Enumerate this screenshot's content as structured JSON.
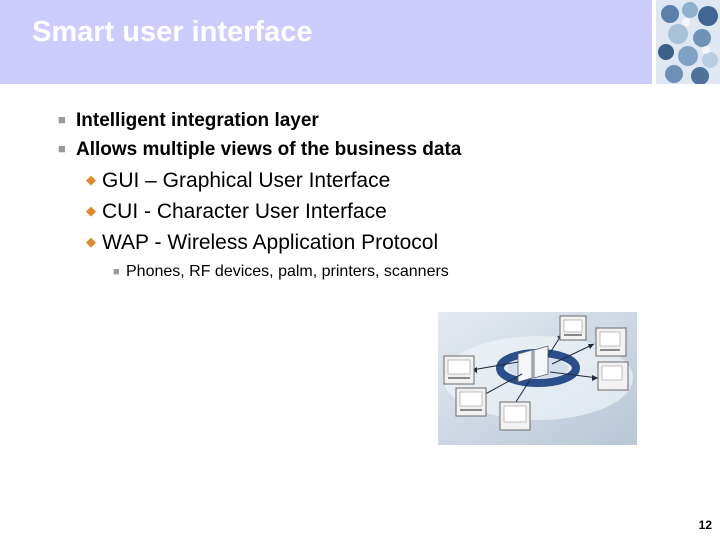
{
  "slide": {
    "title": "Smart user interface",
    "bullets": [
      "Intelligent integration layer",
      "Allows multiple views of the business data"
    ],
    "sub_bullets": [
      "GUI – Graphical User Interface",
      "CUI - Character User Interface",
      "WAP - Wireless Application Protocol"
    ],
    "sub_sub_bullets": [
      "Phones, RF devices, palm, printers, scanners"
    ],
    "page_number": "12"
  },
  "colors": {
    "title_bar": "#ccccff",
    "title_text": "#ffffff",
    "bullet_marker": "#9a9a9a",
    "sub_bullet_marker": "#e08a2a",
    "diagram_background": "#d2dae4",
    "ring": "#2a4f8a"
  },
  "icons": {
    "bullet_marker": "square-bullet-icon",
    "sub_bullet_marker": "diamond-bullet-icon",
    "corner_image": "globe-photo-icon",
    "central_node": "server-documents-icon",
    "client_nodes": "monitor-icon"
  }
}
